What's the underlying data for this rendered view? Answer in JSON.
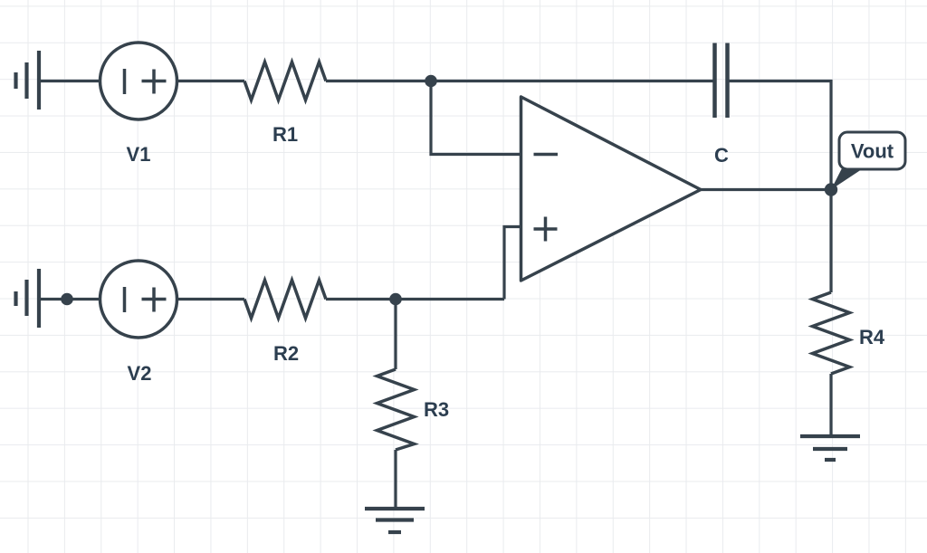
{
  "diagram": {
    "kind": "circuit-schematic",
    "style": {
      "background_color": "#ffffff",
      "grid_color": "#e9ebee",
      "stroke_color": "#36424c",
      "label_color": "#2c3e50"
    },
    "components": {
      "v1": {
        "label": "V1",
        "type": "dc-voltage-source"
      },
      "v2": {
        "label": "V2",
        "type": "dc-voltage-source"
      },
      "r1": {
        "label": "R1",
        "type": "resistor"
      },
      "r2": {
        "label": "R2",
        "type": "resistor"
      },
      "r3": {
        "label": "R3",
        "type": "resistor"
      },
      "r4": {
        "label": "R4",
        "type": "resistor"
      },
      "c": {
        "label": "C",
        "type": "capacitor"
      },
      "opamp": {
        "type": "op-amp",
        "inverting_label": "−",
        "noninverting_label": "+"
      },
      "vout": {
        "label": "Vout",
        "type": "output-net-callout"
      },
      "ground_count": 4
    }
  }
}
